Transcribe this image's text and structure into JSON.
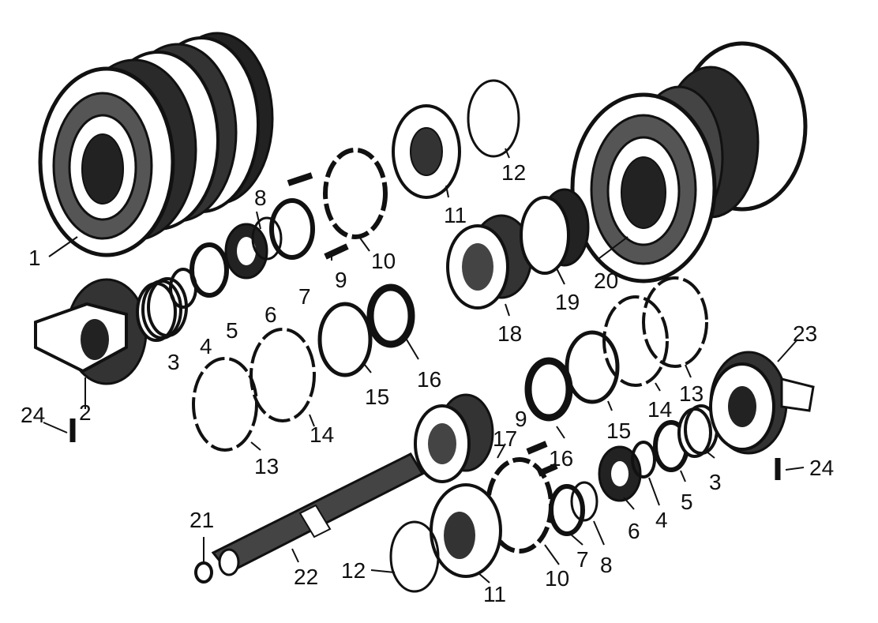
{
  "diagram": {
    "callouts": [
      {
        "id": "c1",
        "text": "1"
      },
      {
        "id": "c2",
        "text": "2"
      },
      {
        "id": "c3a",
        "text": "3"
      },
      {
        "id": "c4a",
        "text": "4"
      },
      {
        "id": "c5a",
        "text": "5"
      },
      {
        "id": "c6a",
        "text": "6"
      },
      {
        "id": "c7a",
        "text": "7"
      },
      {
        "id": "c8a",
        "text": "8"
      },
      {
        "id": "c9a",
        "text": "9"
      },
      {
        "id": "c10a",
        "text": "10"
      },
      {
        "id": "c11a",
        "text": "11"
      },
      {
        "id": "c12a",
        "text": "12"
      },
      {
        "id": "c13a",
        "text": "13"
      },
      {
        "id": "c14a",
        "text": "14"
      },
      {
        "id": "c15a",
        "text": "15"
      },
      {
        "id": "c16a",
        "text": "16"
      },
      {
        "id": "c17",
        "text": "17"
      },
      {
        "id": "c18",
        "text": "18"
      },
      {
        "id": "c19",
        "text": "19"
      },
      {
        "id": "c20",
        "text": "20"
      },
      {
        "id": "c21",
        "text": "21"
      },
      {
        "id": "c22",
        "text": "22"
      },
      {
        "id": "c23",
        "text": "23"
      },
      {
        "id": "c24a",
        "text": "24"
      },
      {
        "id": "c9b",
        "text": "9"
      },
      {
        "id": "c16b",
        "text": "16"
      },
      {
        "id": "c15b",
        "text": "15"
      },
      {
        "id": "c14b",
        "text": "14"
      },
      {
        "id": "c13b",
        "text": "13"
      },
      {
        "id": "c24b",
        "text": "24"
      },
      {
        "id": "c3b",
        "text": "3"
      },
      {
        "id": "c5b",
        "text": "5"
      },
      {
        "id": "c4b",
        "text": "4"
      },
      {
        "id": "c6b",
        "text": "6"
      },
      {
        "id": "c8b",
        "text": "8"
      },
      {
        "id": "c7b",
        "text": "7"
      },
      {
        "id": "c10b",
        "text": "10"
      },
      {
        "id": "c11b",
        "text": "11"
      },
      {
        "id": "c12b",
        "text": "12"
      }
    ]
  }
}
